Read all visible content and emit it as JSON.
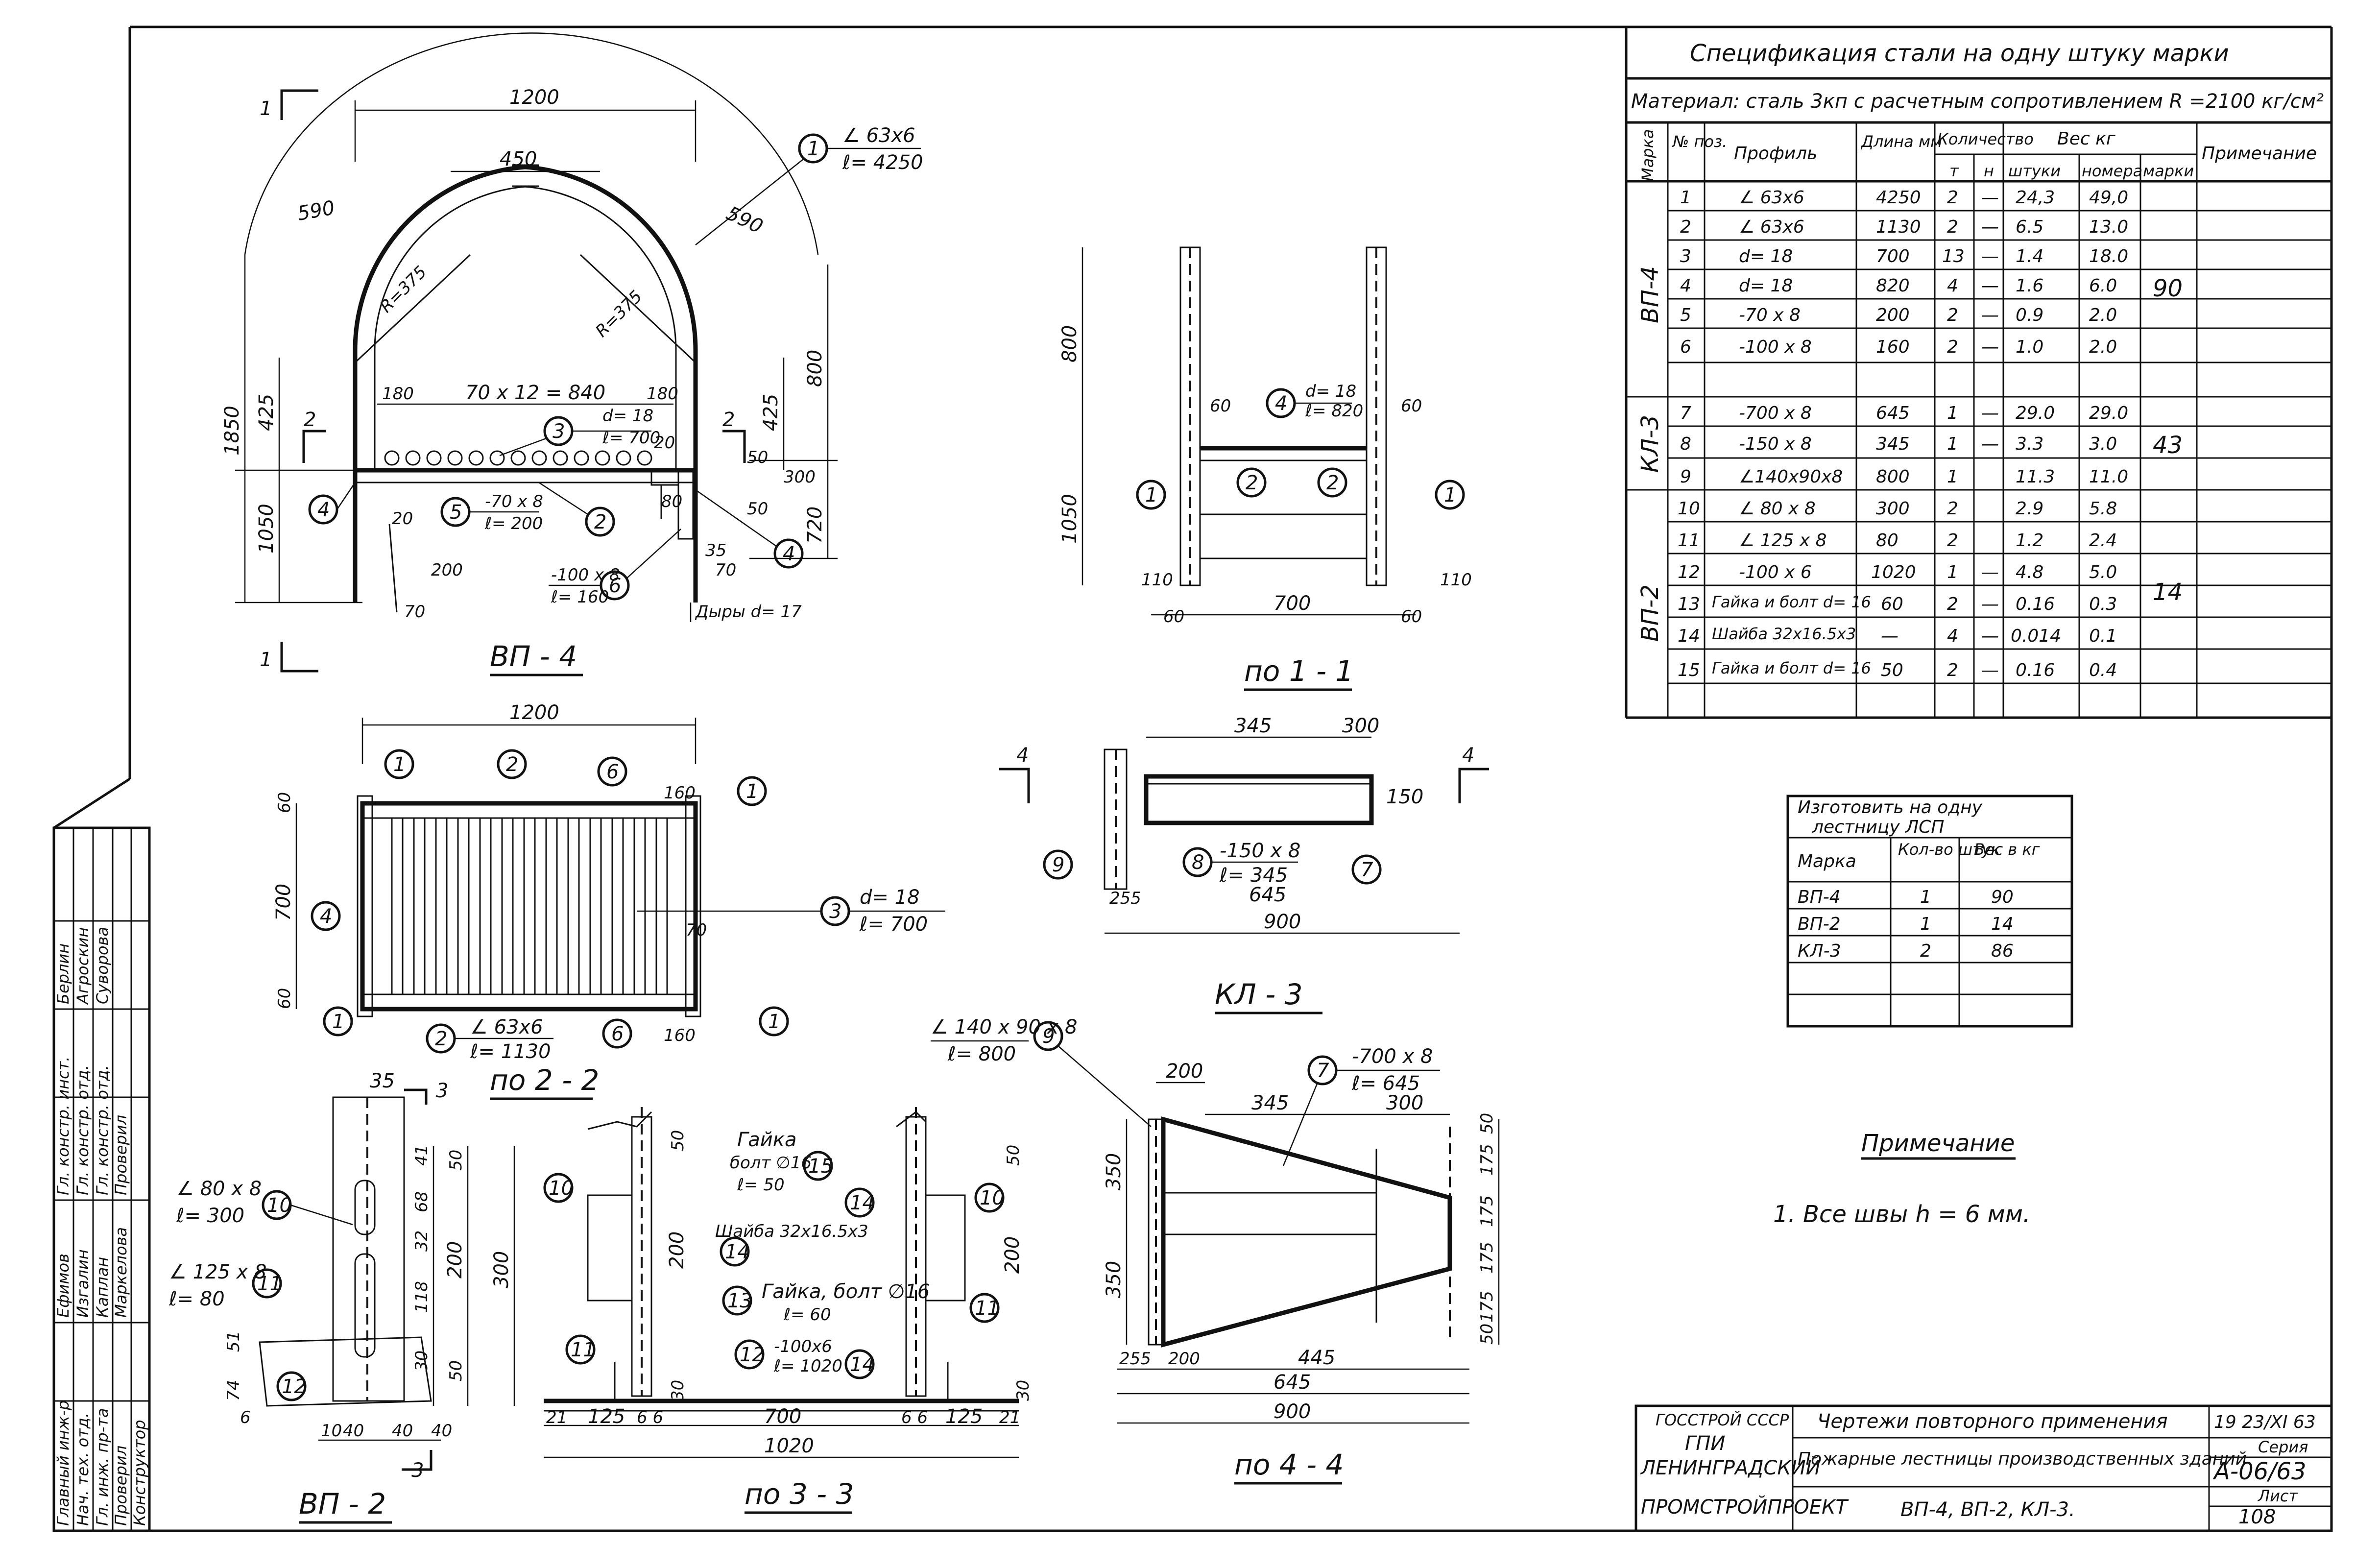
{
  "spec": {
    "title": "Спецификация стали на одну штуку марки",
    "material": "Материал: сталь 3кп с расчетным сопротивлением R =2100 кг/см²",
    "headers": {
      "mark": "Марка",
      "pos": "№ поз.",
      "profile": "Профиль",
      "length": "Длина мм",
      "qty": "Количество",
      "qty_t": "т",
      "qty_n": "н",
      "weight": "Вес кг",
      "w_piece": "штуки",
      "w_pos": "номера",
      "w_mark": "марки",
      "note": "Примечание"
    },
    "rows": [
      {
        "pos": "1",
        "profile": "∠ 63x6",
        "length": "4250",
        "t": "2",
        "n": "—",
        "wp": "24,3",
        "wn": "49,0"
      },
      {
        "pos": "2",
        "profile": "∠ 63x6",
        "length": "1130",
        "t": "2",
        "n": "—",
        "wp": "6.5",
        "wn": "13.0"
      },
      {
        "pos": "3",
        "profile": "d= 18",
        "length": "700",
        "t": "13",
        "n": "—",
        "wp": "1.4",
        "wn": "18.0"
      },
      {
        "pos": "4",
        "profile": "d= 18",
        "length": "820",
        "t": "4",
        "n": "—",
        "wp": "1.6",
        "wn": "6.0"
      },
      {
        "pos": "5",
        "profile": "-70 x 8",
        "length": "200",
        "t": "2",
        "n": "—",
        "wp": "0.9",
        "wn": "2.0"
      },
      {
        "pos": "6",
        "profile": "-100 x 8",
        "length": "160",
        "t": "2",
        "n": "—",
        "wp": "1.0",
        "wn": "2.0"
      },
      {
        "pos": "7",
        "profile": "-700 x 8",
        "length": "645",
        "t": "1",
        "n": "—",
        "wp": "29.0",
        "wn": "29.0"
      },
      {
        "pos": "8",
        "profile": "-150 x 8",
        "length": "345",
        "t": "1",
        "n": "—",
        "wp": "3.3",
        "wn": "3.0"
      },
      {
        "pos": "9",
        "profile": "∠140x90x8",
        "length": "800",
        "t": "1",
        "n": "",
        "wp": "11.3",
        "wn": "11.0"
      },
      {
        "pos": "10",
        "profile": "∠ 80 x 8",
        "length": "300",
        "t": "2",
        "n": "",
        "wp": "2.9",
        "wn": "5.8"
      },
      {
        "pos": "11",
        "profile": "∠ 125 x 8",
        "length": "80",
        "t": "2",
        "n": "",
        "wp": "1.2",
        "wn": "2.4"
      },
      {
        "pos": "12",
        "profile": "-100 x 6",
        "length": "1020",
        "t": "1",
        "n": "—",
        "wp": "4.8",
        "wn": "5.0"
      },
      {
        "pos": "13",
        "profile": "Гайка и болт d= 16",
        "length": "60",
        "t": "2",
        "n": "—",
        "wp": "0.16",
        "wn": "0.3"
      },
      {
        "pos": "14",
        "profile": "Шайба 32x16.5x3",
        "length": "—",
        "t": "4",
        "n": "—",
        "wp": "0.014",
        "wn": "0.1"
      },
      {
        "pos": "15",
        "profile": "Гайка и болт d= 16",
        "length": "50",
        "t": "2",
        "n": "—",
        "wp": "0.16",
        "wn": "0.4"
      }
    ],
    "groups": [
      {
        "mark": "ВП-4",
        "weight": "90"
      },
      {
        "mark": "КЛ-3",
        "weight": "43"
      },
      {
        "mark": "ВП-2",
        "weight": "14"
      }
    ]
  },
  "make": {
    "title1": "Изготовить на одну",
    "title2": "лестницу ЛСП",
    "h_mark": "Марка",
    "h_qty": "Кол-во штук",
    "h_weight": "Вес в кг",
    "rows": [
      {
        "mark": "ВП-4",
        "qty": "1",
        "weight": "90"
      },
      {
        "mark": "ВП-2",
        "qty": "1",
        "weight": "14"
      },
      {
        "mark": "КЛ-3",
        "qty": "2",
        "weight": "86"
      }
    ]
  },
  "note": {
    "title": "Примечание",
    "text": "1. Все швы h = 6 мм."
  },
  "views": {
    "vp4": "ВП - 4",
    "s11": "по 1 - 1",
    "s22": "по 2 - 2",
    "kl3": "КЛ - 3",
    "vp2": "ВП - 2",
    "s33": "по 3 - 3",
    "s44": "по 4 - 4"
  },
  "dims": {
    "v1_1200": "1200",
    "v1_450": "450",
    "v1_590a": "590",
    "v1_590b": "590",
    "v1_r1": "R=375",
    "v1_r2": "R=375",
    "v1_1850": "1850",
    "v1_425a": "425",
    "v1_425b": "425",
    "v1_1050": "1050",
    "v1_800": "800",
    "v1_720": "720",
    "v1_300": "300",
    "v1_50a": "50",
    "v1_50b": "50",
    "v1_180a": "180",
    "v1_180b": "180",
    "v1_840": "70 x 12 = 840",
    "v1_20a": "20",
    "v1_20b": "20",
    "v1_80": "80",
    "v1_200": "200",
    "v1_35": "35",
    "v1_70a": "70",
    "v1_70b": "70",
    "v1_p1a": "∠ 63x6",
    "v1_p1b": "ℓ= 4250",
    "v1_p3a": "d= 18",
    "v1_p3b": "ℓ= 700",
    "v1_p5a": "-70 x 8",
    "v1_p5b": "ℓ= 200",
    "v1_p6a": "-100 x 8",
    "v1_p6b": "ℓ= 160",
    "v1_holes": "Дыры d= 17",
    "v2_800": "800",
    "v2_1050": "1050",
    "v2_700": "700",
    "v2_60a": "60",
    "v2_60b": "60",
    "v2_60c": "60",
    "v2_60d": "60",
    "v2_110a": "110",
    "v2_110b": "110",
    "v2_p4a": "d= 18",
    "v2_p4b": "ℓ= 820",
    "v3_1200": "1200",
    "v3_60a": "60",
    "v3_60b": "60",
    "v3_700": "700",
    "v3_70": "70",
    "v3_160a": "160",
    "v3_160b": "160",
    "v3_p3a": "d= 18",
    "v3_p3b": "ℓ= 700",
    "v3_p2a": "∠ 63x6",
    "v3_p2b": "ℓ= 1130",
    "v4_345": "345",
    "v4_300": "300",
    "v4_150": "150",
    "v4_255": "255",
    "v4_645": "645",
    "v4_900": "900",
    "v4_p8a": "-150 x 8",
    "v4_p8b": "ℓ= 345",
    "v5_35": "35",
    "v5_p10a": "∠ 80 x 8",
    "v5_p10b": "ℓ= 300",
    "v5_p11a": "∠ 125 x 8",
    "v5_p11b": "ℓ= 80",
    "v5_41": "41",
    "v5_68": "68",
    "v5_32": "32",
    "v5_118": "118",
    "v5_30": "30",
    "v5_50a": "50",
    "v5_50b": "50",
    "v5_200": "200",
    "v5_300": "300",
    "v5_51": "51",
    "v5_74": "74",
    "v5_6": "6",
    "v5_10": "10",
    "v5_40a": "40",
    "v5_40b": "40",
    "v5_40c": "40",
    "v6_p15a": "Гайка",
    "v6_p15b": "болт ∅16",
    "v6_p15c": "ℓ= 50",
    "v6_p14": "Шайба 32x16.5x3",
    "v6_p13a": "Гайка, болт ∅16",
    "v6_p13b": "ℓ= 60",
    "v6_p12a": "-100x6",
    "v6_p12b": "ℓ= 1020",
    "v6_50a": "50",
    "v6_50b": "50",
    "v6_200a": "200",
    "v6_200b": "200",
    "v6_30a": "30",
    "v6_30b": "30",
    "v6_21a": "21",
    "v6_21b": "21",
    "v6_125a": "125",
    "v6_125b": "125",
    "v6_6a": "6 6",
    "v6_6b": "6 6",
    "v6_700": "700",
    "v6_1020": "1020",
    "v7_p9a": "∠ 140 x 90 x 8",
    "v7_p9b": "ℓ= 800",
    "v7_p7a": "-700 x 8",
    "v7_p7b": "ℓ= 645",
    "v7_200a": "200",
    "v7_345": "345",
    "v7_300": "300",
    "v7_350a": "350",
    "v7_350b": "350",
    "v7_50a": "50",
    "v7_175a": "175",
    "v7_175b": "175",
    "v7_175c": "175",
    "v7_175d": "175",
    "v7_50b": "50",
    "v7_255": "255",
    "v7_200b": "200",
    "v7_445": "445",
    "v7_645": "645",
    "v7_900": "900"
  },
  "section_marks": {
    "s1a": "1",
    "s1b": "1",
    "s2a": "2",
    "s2b": "2",
    "s3a": "3",
    "s3b": "3",
    "s4a": "4",
    "s4b": "4"
  },
  "title_block": {
    "org1": "ГОССТРОЙ СССР",
    "org2": "ГПИ",
    "org3": "ЛЕНИНГРАДСКИЙ",
    "org4": "ПРОМСТРОЙПРОЕКТ",
    "line1": "Чертежи повторного применения",
    "line2": "Пожарные лестницы производственных зданий",
    "line3": "ВП-4, ВП-2, КЛ-3.",
    "year": "19 23/XI 63",
    "code_label": "Серия",
    "code": "А-06/63",
    "sheet_label": "Лист",
    "sheet": "108"
  },
  "signatures": {
    "roles": [
      "Главный инж-р",
      "Нач. тех. отд.",
      "Гл. инж. пр-та",
      "Проверил",
      "Конструктор"
    ],
    "names": [
      "Ефимов",
      "Изгалин",
      "Каплан",
      "Маркелова",
      ""
    ],
    "roles2": [
      "Гл. констр. инст.",
      "Гл. констр. отд.",
      "Гл. констр. отд.",
      "Проверил"
    ],
    "names2": [
      "Берлин",
      "Агроскин",
      "Суворова",
      ""
    ]
  }
}
